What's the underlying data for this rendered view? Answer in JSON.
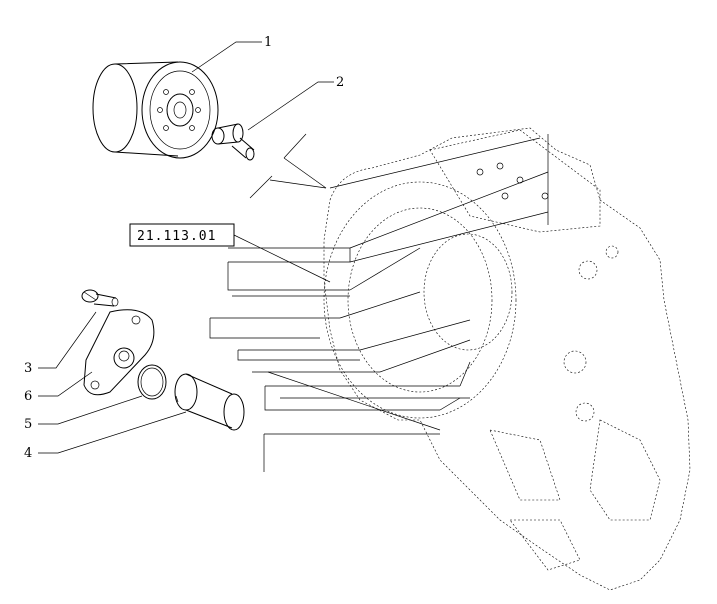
{
  "reference": {
    "code": "21.113.01"
  },
  "callouts": [
    {
      "id": "1",
      "label": "1"
    },
    {
      "id": "2",
      "label": "2"
    },
    {
      "id": "3",
      "label": "3"
    },
    {
      "id": "6",
      "label": "6"
    },
    {
      "id": "5",
      "label": "5"
    },
    {
      "id": "4",
      "label": "4"
    }
  ]
}
